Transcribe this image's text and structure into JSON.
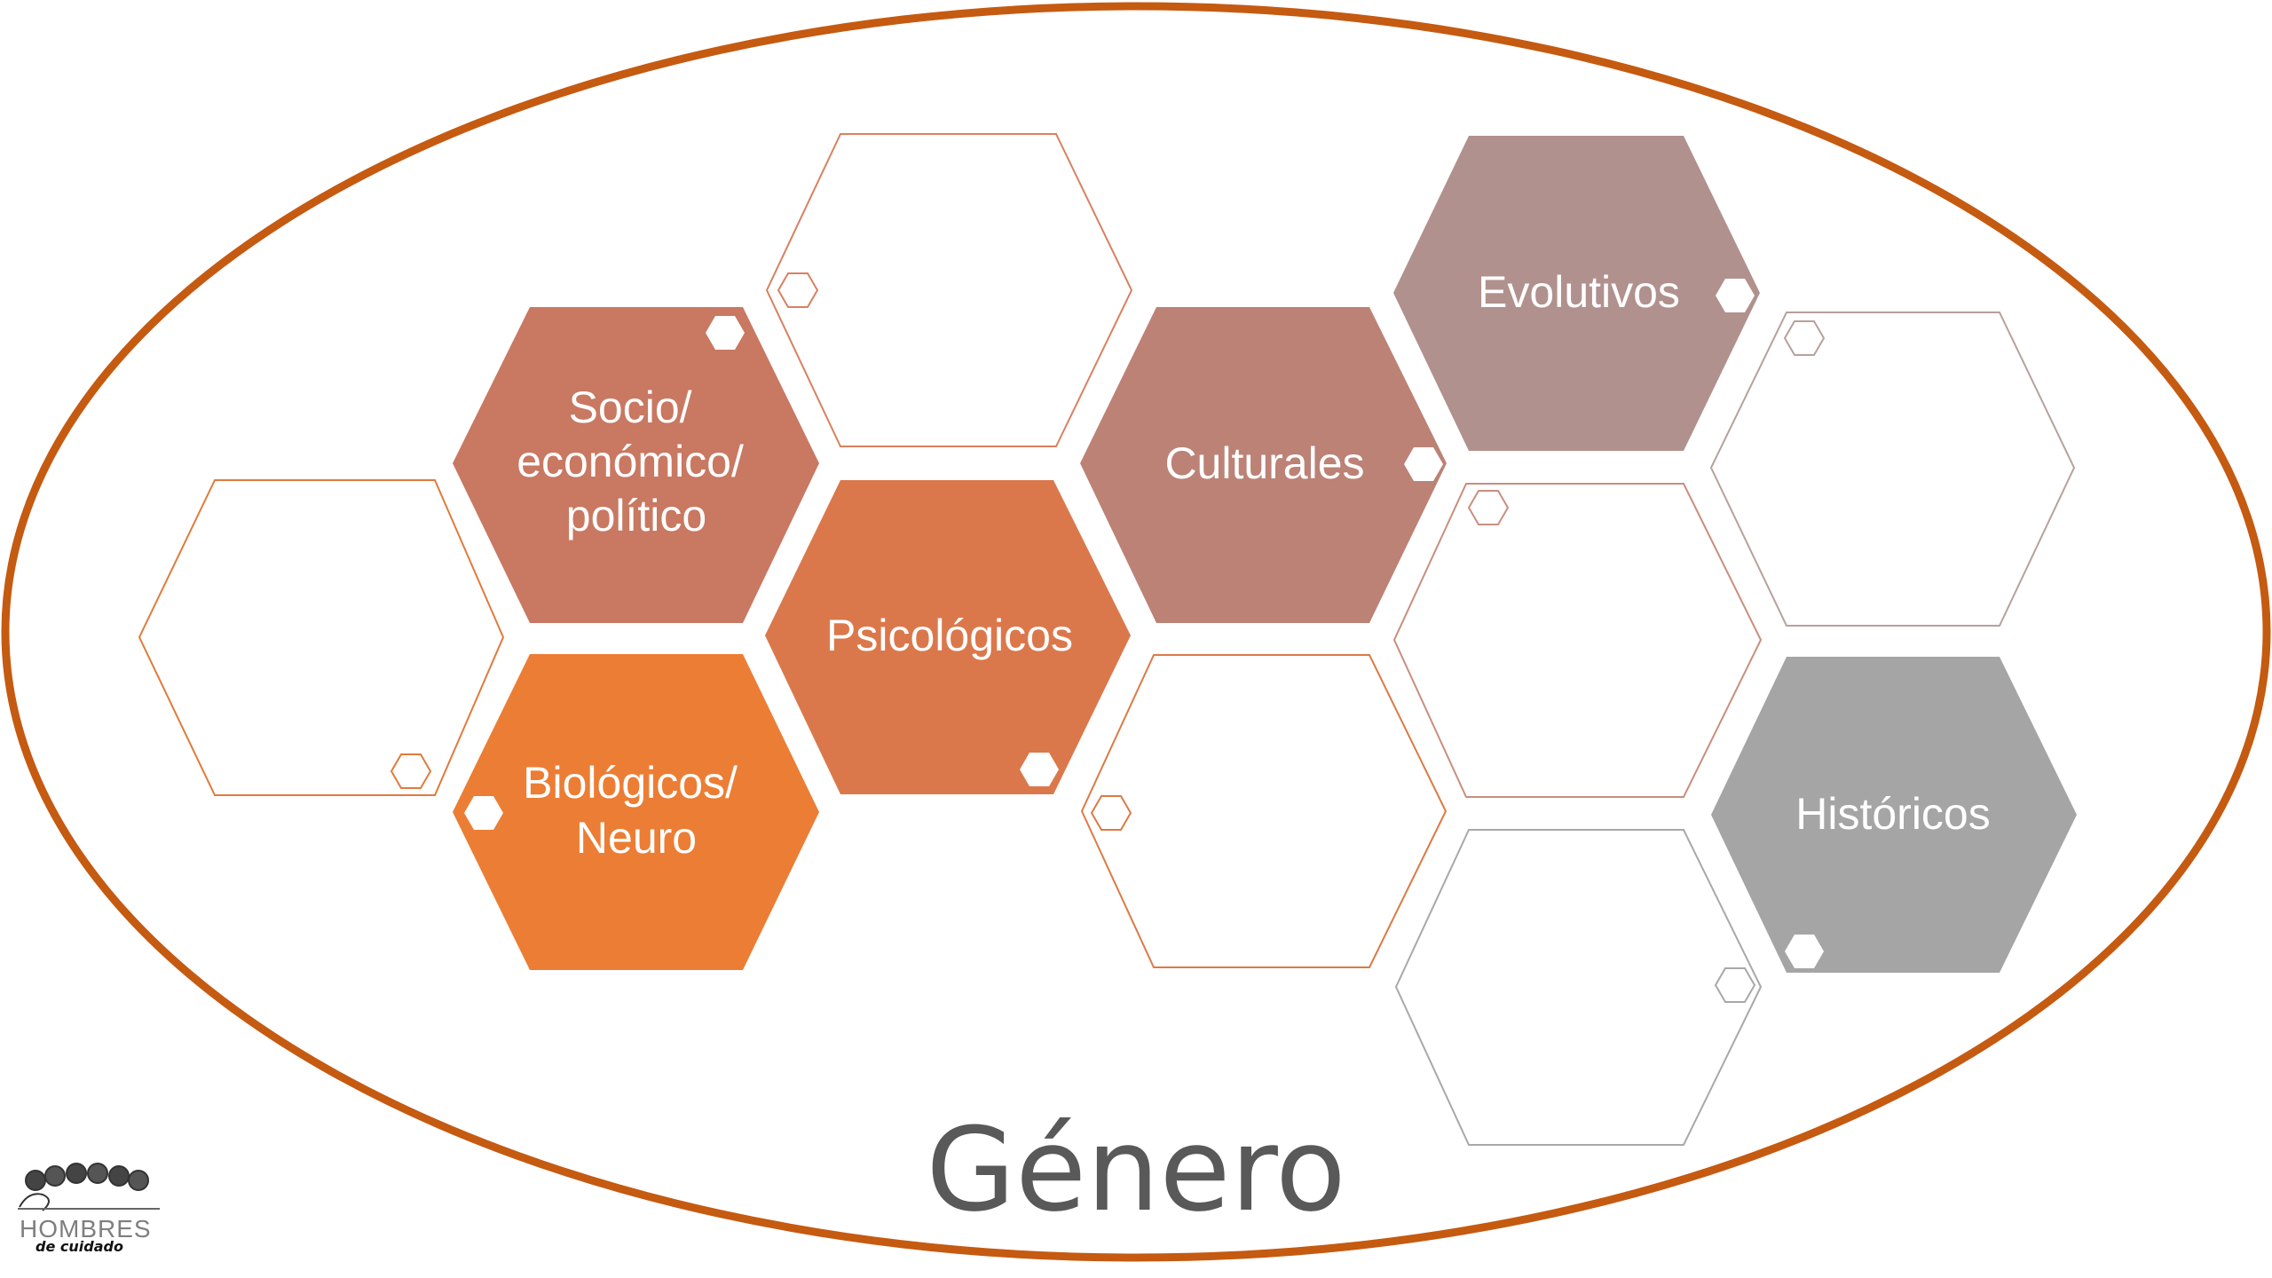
{
  "diagram": {
    "title": "Género",
    "filled_hexagons": [
      {
        "id": "socio",
        "lines": [
          "Socio/",
          "económico/",
          "político"
        ],
        "color": "#C97862"
      },
      {
        "id": "psico",
        "lines": [
          "Psicológicos"
        ],
        "color": "#DB784B"
      },
      {
        "id": "bio",
        "lines": [
          "Biológicos/",
          "Neuro"
        ],
        "color": "#EC7D34"
      },
      {
        "id": "cult",
        "lines": [
          "Culturales"
        ],
        "color": "#BC8276"
      },
      {
        "id": "evol",
        "lines": [
          "Evolutivos"
        ],
        "color": "#B1918D"
      },
      {
        "id": "hist",
        "lines": [
          "Históricos"
        ],
        "color": "#A5A5A5"
      }
    ],
    "outline_colors": {
      "ellipse": "#C55A11",
      "orange": "#E07A3C",
      "rose": "#C98E7E",
      "gray": "#A8A8A8"
    }
  },
  "logo": {
    "line1": "HOMBRES",
    "line2": "de cuidado"
  }
}
